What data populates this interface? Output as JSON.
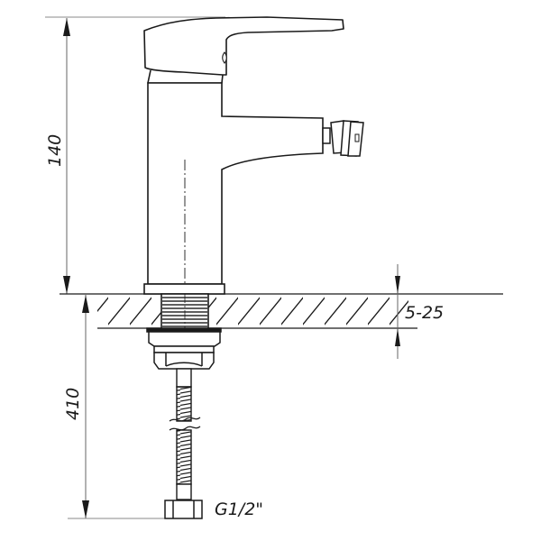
{
  "drawing": {
    "subject": "Bidet mixer tap technical drawing",
    "colors": {
      "line": "#1a1a1a",
      "dimension": "#555555",
      "background": "#ffffff"
    },
    "dimensions": {
      "height_above_counter": "140",
      "counter_thickness": "5-25",
      "hose_length": "410",
      "connection_thread": "G1/2\""
    }
  }
}
